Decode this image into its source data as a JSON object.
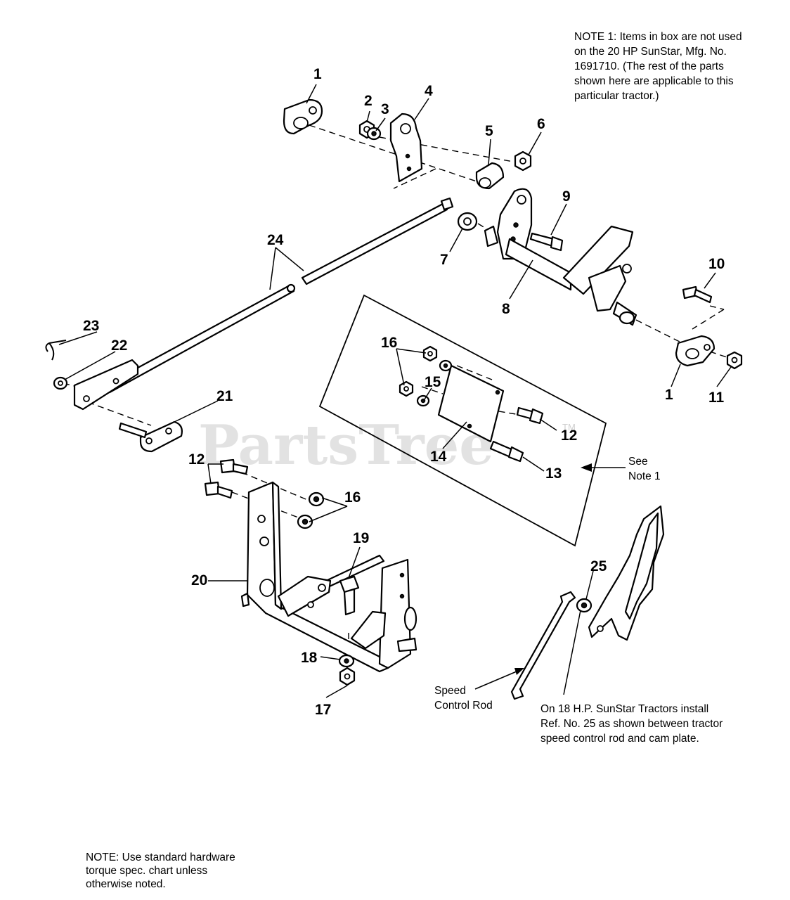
{
  "notes": {
    "note1": "NOTE 1: Items in box are not used\non the 20 HP SunStar, Mfg. No.\n1691710. (The rest of the parts\nshown here are applicable to this\nparticular tractor.)",
    "see_note": "See\nNote 1",
    "speed_control_rod": "Speed\nControl Rod",
    "install_note": "On 18 H.P. SunStar Tractors install\nRef. No. 25 as shown between tractor\nspeed control rod and cam plate.",
    "hardware_note": "NOTE: Use standard hardware\ntorque spec. chart unless\notherwise noted."
  },
  "watermark": {
    "text": "PartsTree",
    "tm": "TM"
  },
  "callouts": {
    "c1a": "1",
    "c1b": "1",
    "c2": "2",
    "c3": "3",
    "c4": "4",
    "c5": "5",
    "c6": "6",
    "c7": "7",
    "c8": "8",
    "c9": "9",
    "c10": "10",
    "c11": "11",
    "c12a": "12",
    "c12b": "12",
    "c13": "13",
    "c14": "14",
    "c15": "15",
    "c16a": "16",
    "c16b": "16",
    "c17": "17",
    "c18": "18",
    "c19": "19",
    "c20": "20",
    "c21": "21",
    "c22": "22",
    "c23": "23",
    "c24": "24",
    "c25": "25"
  }
}
